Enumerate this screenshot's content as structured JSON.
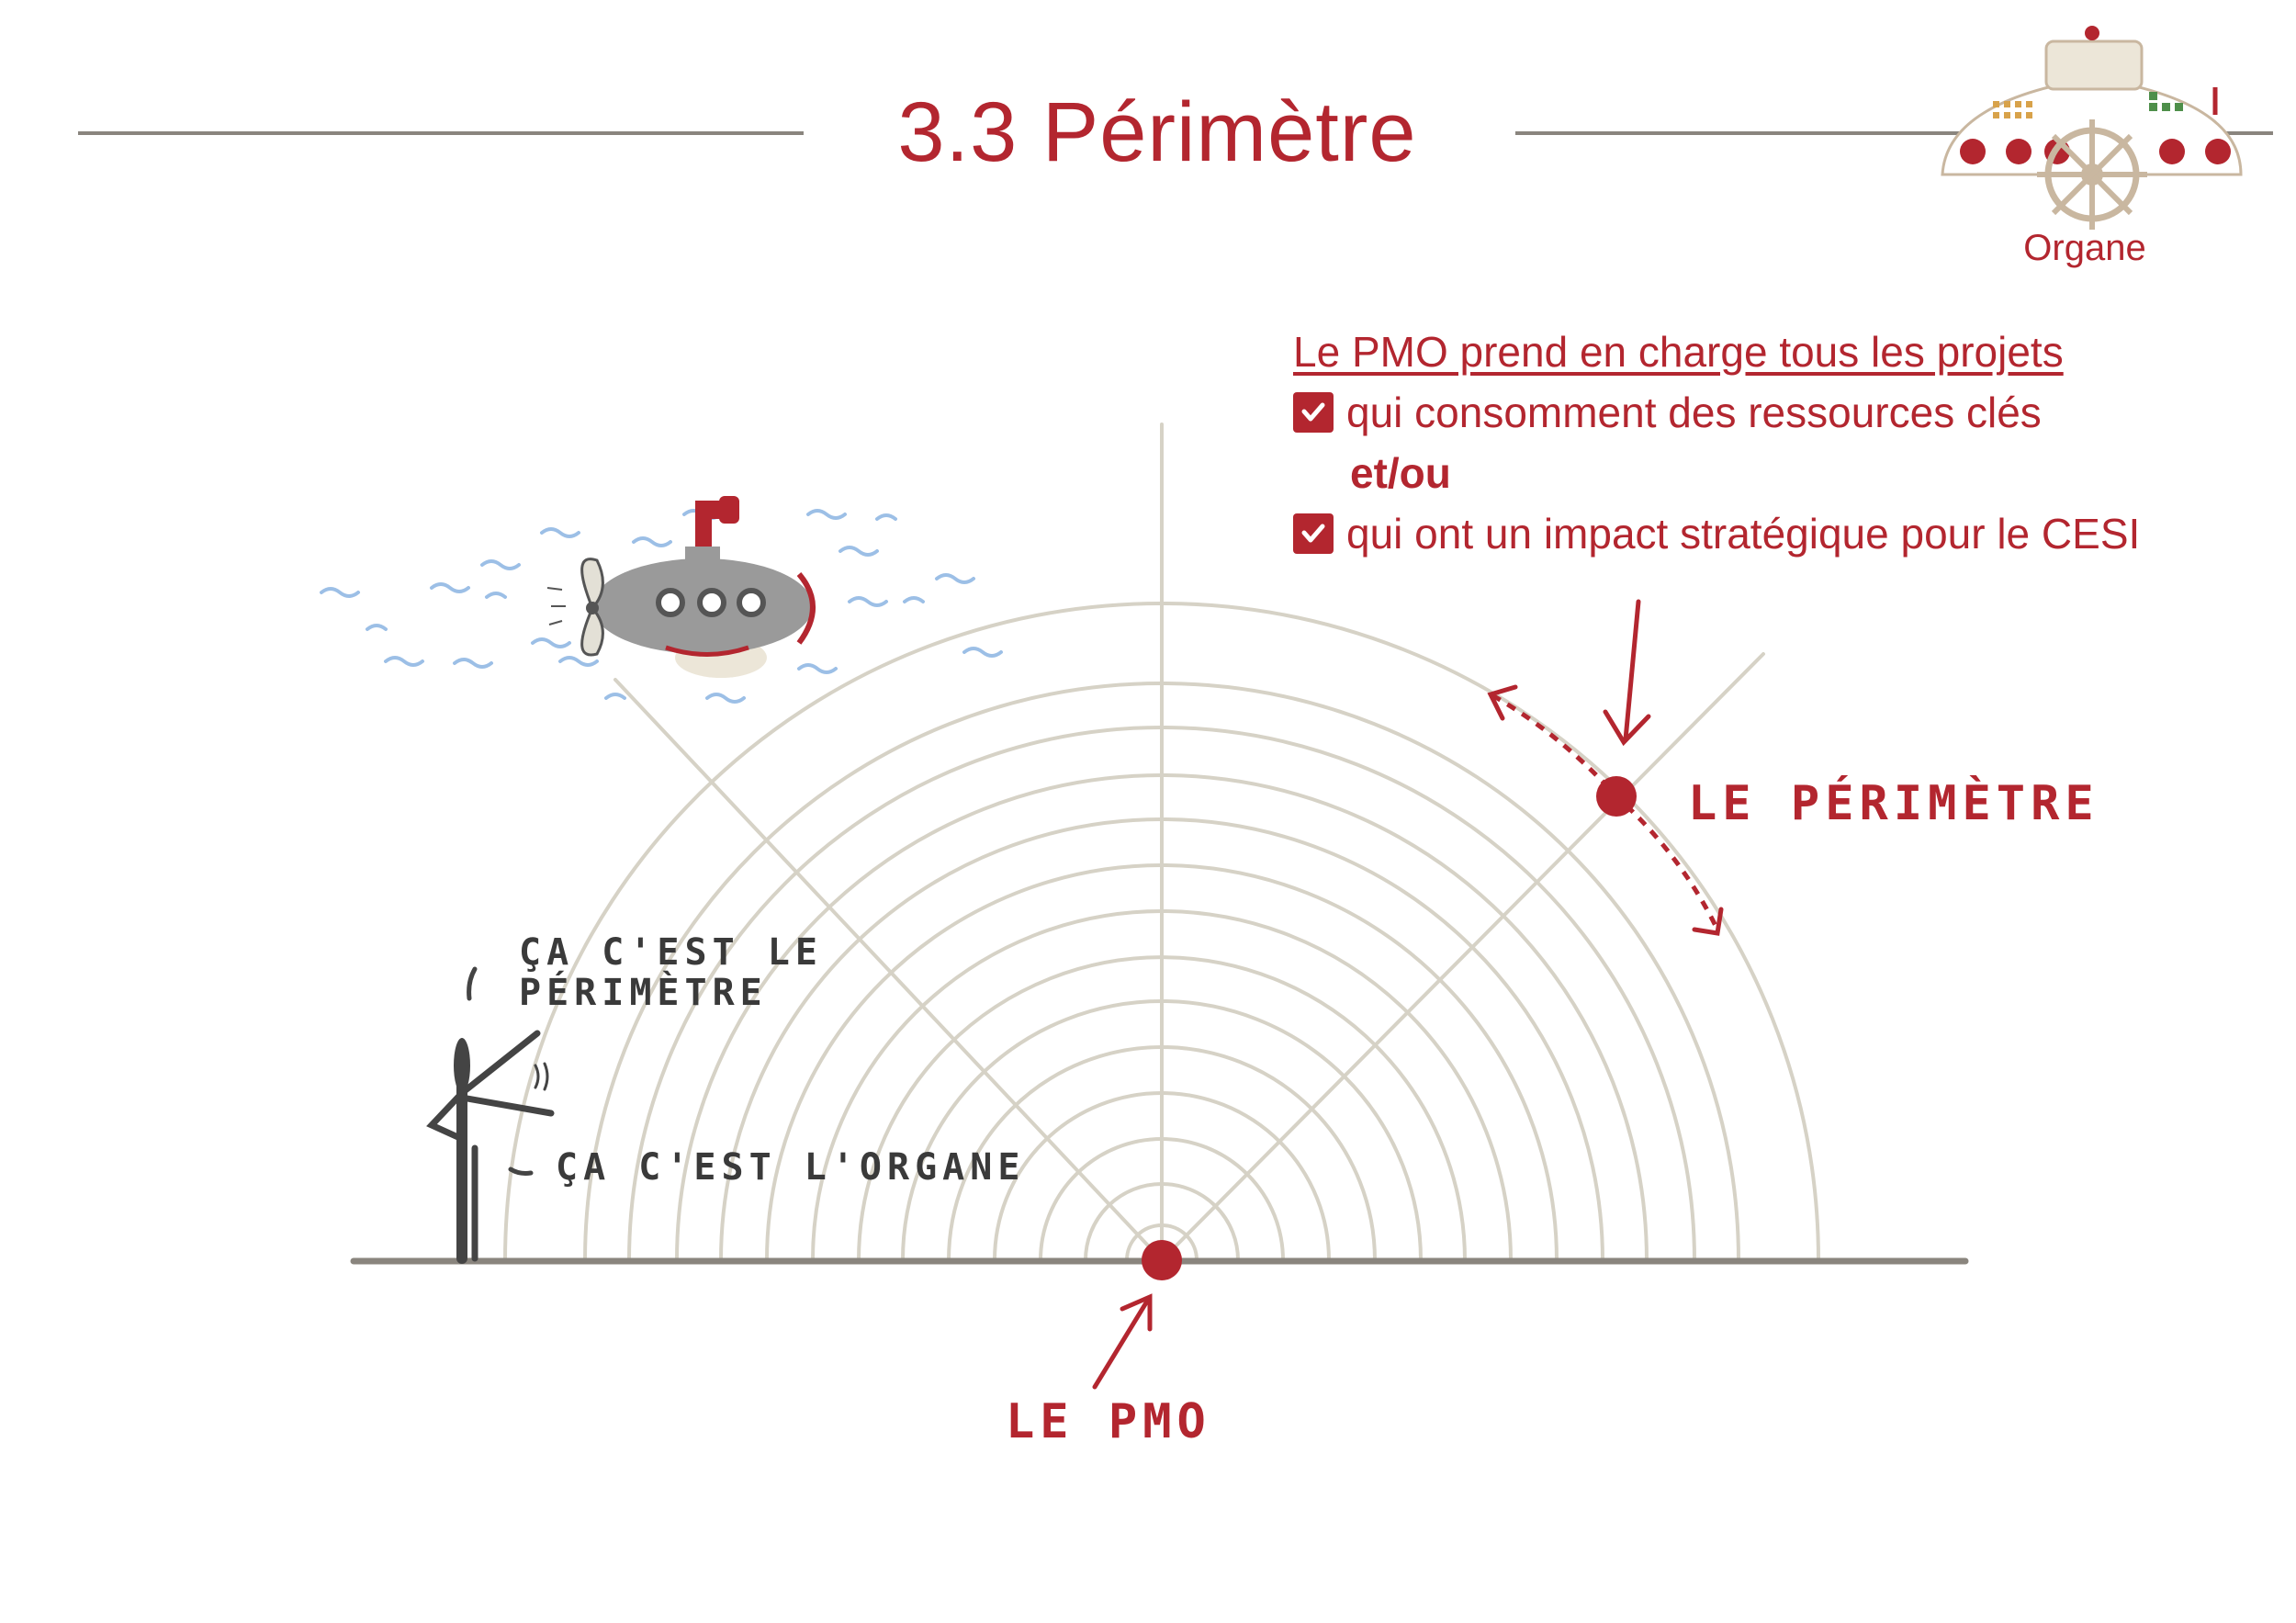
{
  "page": {
    "title": "3.3 Périmètre"
  },
  "organe_badge": {
    "label": "Organe",
    "icon": "ship-control-panel-icon"
  },
  "text_block": {
    "heading": "Le PMO prend en charge tous les projets",
    "items": [
      "qui consomment des ressources clés",
      "qui ont un impact stratégique pour le CESI"
    ],
    "connector": "et/ou"
  },
  "diagram": {
    "perimeter_label": "LE PÉRIMÈTRE",
    "pmo_label": "LE PMO",
    "speech_perimeter": "ÇA C'EST LE PÉRIMÈTRE",
    "speech_organe": "ÇA C'EST L'ORGANE"
  },
  "colors": {
    "accent": "#b3262f",
    "lines": "#d6d2c6",
    "ground": "#8a857e",
    "water": "#9cbfe6",
    "submarine": "#9a9a9a"
  }
}
